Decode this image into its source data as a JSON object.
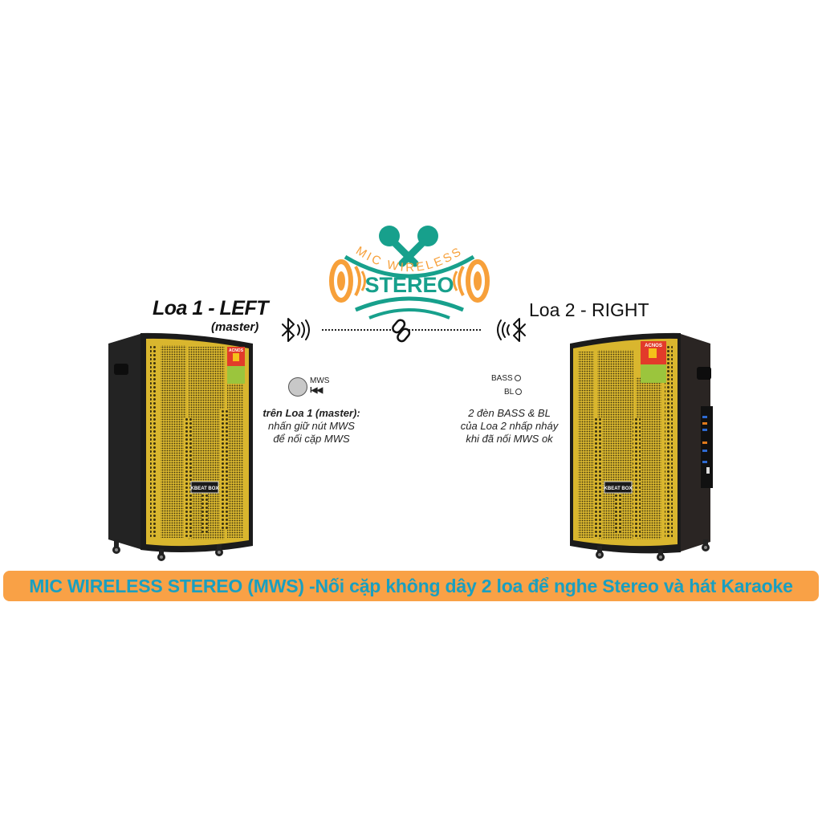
{
  "logo": {
    "top_text": "MIC WIRELESS",
    "main_text": "STEREO",
    "colors": {
      "teal": "#17a08c",
      "orange": "#f7a03a"
    }
  },
  "left_speaker": {
    "title": "Loa 1 - LEFT",
    "subtitle": "(master)",
    "brand_badge": "KBEAT BOX",
    "sticker_brand": "ACNOS"
  },
  "right_speaker": {
    "title": "Loa 2 - RIGHT",
    "brand_badge": "KBEAT BOX",
    "sticker_brand": "ACNOS"
  },
  "connection": {
    "left_icon": "bluetooth-signal-icon",
    "center_icon": "link-icon",
    "right_icon": "bluetooth-signal-icon"
  },
  "mws_button": {
    "label": "MWS",
    "sub_label": "I◀◀"
  },
  "left_caption": {
    "line1": "trên Loa 1 (master):",
    "line2": "nhấn giữ nút MWS",
    "line3": "để nối cặp MWS"
  },
  "indicators": {
    "bass": "BASS",
    "bl": "BL"
  },
  "right_caption": {
    "line1": "2 đèn BASS & BL",
    "line2": "của Loa 2 nhấp nháy",
    "line3": "khi đã nối MWS ok"
  },
  "banner": {
    "text": "MIC WIRELESS STEREO (MWS) -Nối cặp không dây 2 loa để nghe Stereo và hát Karaoke",
    "bg_color": "#f9a146",
    "text_color": "#1a9fc0"
  }
}
